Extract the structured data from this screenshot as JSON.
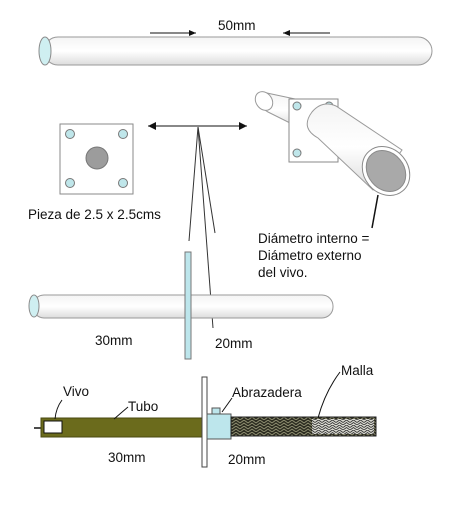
{
  "labels": {
    "top_length": "50mm",
    "plate_size": "Pieza de 2.5 x 2.5cms",
    "diameter_note": [
      "Diámetro interno =",
      "Diámetro externo",
      "del vivo."
    ],
    "mid_left_length": "30mm",
    "mid_right_length": "20mm",
    "vivo": "Vivo",
    "tubo": "Tubo",
    "abrazadera": "Abrazadera",
    "malla": "Malla",
    "bottom_left_length": "30mm",
    "bottom_right_length": "20mm"
  },
  "colors": {
    "tube_outline": "#9a9a9a",
    "tube_end": "#cfeff1",
    "plate_hole": "#bfe6ea",
    "plate_center": "#9c9c9c",
    "rod_green": "#6b6b1c",
    "clamp": "#bde6ec",
    "mesh": "#3b3b2b"
  }
}
